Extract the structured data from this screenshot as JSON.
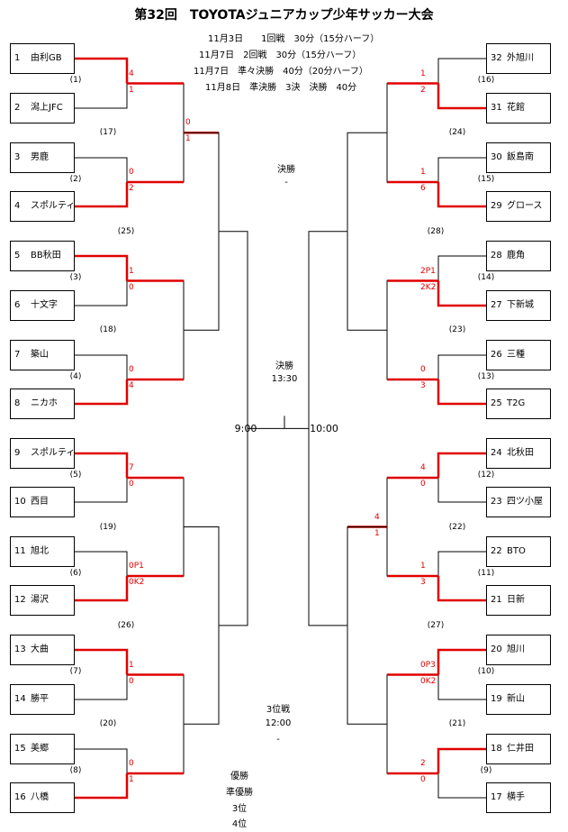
{
  "title": "第32回　TOYOTAジュニアカップ少年サッカー大会",
  "schedule": [
    "11月3日　　1回戦　30分（15分ハーフ）",
    "11月7日　2回戦　30分（15分ハーフ）",
    "11月7日　準々決勝　40分（20分ハーフ）",
    "11月8日　準決勝　3決　決勝　40分"
  ],
  "left_teams": [
    {
      "num": "1",
      "name": "由利GB"
    },
    {
      "num": "2",
      "name": "潟上JFC"
    },
    {
      "num": "3",
      "name": "男鹿"
    },
    {
      "num": "4",
      "name": "スポルティフB"
    },
    {
      "num": "5",
      "name": "BB秋田"
    },
    {
      "num": "6",
      "name": "十文字"
    },
    {
      "num": "7",
      "name": "築山"
    },
    {
      "num": "8",
      "name": "ニカホ"
    },
    {
      "num": "9",
      "name": "スポルティフA"
    },
    {
      "num": "10",
      "name": "西目"
    },
    {
      "num": "11",
      "name": "旭北"
    },
    {
      "num": "12",
      "name": "湯沢"
    },
    {
      "num": "13",
      "name": "大曲"
    },
    {
      "num": "14",
      "name": "勝平"
    },
    {
      "num": "15",
      "name": "美郷"
    },
    {
      "num": "16",
      "name": "八橋"
    }
  ],
  "right_teams": [
    {
      "num": "32",
      "name": "外旭川"
    },
    {
      "num": "31",
      "name": "花館"
    },
    {
      "num": "30",
      "name": "飯島南"
    },
    {
      "num": "29",
      "name": "グロース"
    },
    {
      "num": "28",
      "name": "鹿角"
    },
    {
      "num": "27",
      "name": "下新城"
    },
    {
      "num": "26",
      "name": "三種"
    },
    {
      "num": "25",
      "name": "T2G"
    },
    {
      "num": "24",
      "name": "北秋田"
    },
    {
      "num": "23",
      "name": "四ツ小屋"
    },
    {
      "num": "22",
      "name": "BTO"
    },
    {
      "num": "21",
      "name": "日新"
    },
    {
      "num": "20",
      "name": "旭川"
    },
    {
      "num": "19",
      "name": "新山"
    },
    {
      "num": "18",
      "name": "仁井田"
    },
    {
      "num": "17",
      "name": "横手"
    }
  ],
  "left_game_numbers": [
    "(1)",
    "(2)",
    "(3)",
    "(4)",
    "(5)",
    "(6)",
    "(7)",
    "(8)"
  ],
  "left_r2_numbers": [
    "(17)",
    "(18)",
    "(19)",
    "(20)"
  ],
  "left_qf_numbers": [
    "(25)",
    "(26)"
  ],
  "right_game_numbers": [
    "(16)",
    "(15)",
    "(14)",
    "(13)",
    "(12)",
    "(11)",
    "(10)",
    "(9)"
  ],
  "right_r2_numbers": [
    "(24)",
    "(23)",
    "(22)",
    "(21)"
  ],
  "right_qf_numbers": [
    "(28)",
    "(27)"
  ],
  "left_r1_scores": [
    [
      "4",
      "1"
    ],
    [
      "0",
      "2"
    ],
    [
      "1",
      "0"
    ],
    [
      "0",
      "4"
    ],
    [
      "7",
      "0"
    ],
    [
      "0P1",
      "0K2"
    ],
    [
      "1",
      "0"
    ],
    [
      "0",
      "1"
    ]
  ],
  "left_r2_scores": [
    [
      "0",
      "1"
    ]
  ],
  "right_r1_scores": [
    [
      "1",
      "2"
    ],
    [
      "1",
      "6"
    ],
    [
      "2P1",
      "2K2"
    ],
    [
      "0",
      "3"
    ],
    [
      "4",
      "0"
    ],
    [
      "1",
      "3"
    ],
    [
      "0P3",
      "0K2"
    ],
    [
      "2",
      "0"
    ]
  ],
  "right_r2_scores": [
    [
      "4",
      "1"
    ]
  ],
  "center": {
    "final_label": "決勝",
    "final_dash": "-",
    "final_label2": "決勝",
    "final_time": "13:30",
    "left_time": "9:00",
    "right_time": "10:00",
    "third_label": "3位戦",
    "third_time": "12:00",
    "third_dash": "-",
    "ranks": [
      "優勝",
      "準優勝",
      "3位",
      "4位"
    ]
  }
}
